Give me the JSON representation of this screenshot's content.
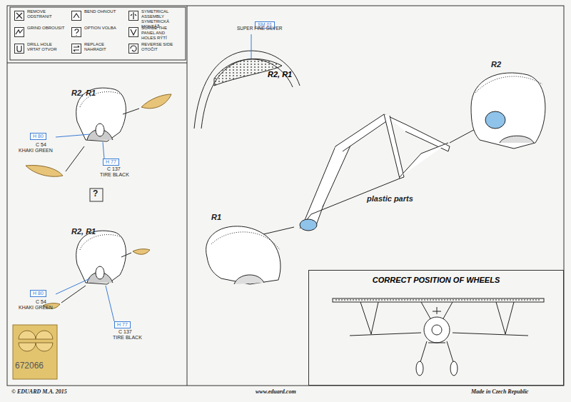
{
  "diagram": {
    "nodes": [
      {
        "text": [
          "R2, R1"
        ]
      },
      {
        "text": [
          "SM 01"
        ],
        "in": 0
      },
      {
        "text": [
          "H 80"
        ]
      },
      {
        "text": [
          "H 77"
        ]
      },
      {
        "text": [
          "H 80"
        ]
      },
      {
        "text": [
          "H 77"
        ]
      },
      {
        "text": [
          "CORRECT POSITION OF WHEELS"
        ]
      }
    ],
    "labels": [
      "R2, R1",
      "C 54",
      "KHAKI GREEN",
      "C 137",
      "TIRE BLACK",
      "?",
      "R2, R1",
      "C 54",
      "KHAKI GREEN",
      "C 137",
      "TIRE BLACK",
      "672066",
      "SUPER FINE SILVER",
      "R2",
      "plastic parts",
      "R1",
      "© EDUARD M.A. 2015",
      "www.eduard.com",
      "Made in Czech Republic"
    ],
    "legend": [
      {
        "text": "REMOVE ODSTRANIT"
      },
      {
        "text": "BEND OHNOUT"
      },
      {
        "text": "SYMETRICAL ASSEMBLY SYMETRICKÁ MONTÁŽ"
      },
      {
        "text": "GRIND OBROUSIT"
      },
      {
        "text": "OPTION VOLBA"
      },
      {
        "text": "SCRIBE THE PANEL AND HOLES RÝTÍ"
      },
      {
        "text": "DRILL HOLE VRTAT OTVOR"
      },
      {
        "text": "REPLACE NAHRADIT"
      },
      {
        "text": "REVERSE SIDE OTOČIT"
      }
    ]
  }
}
